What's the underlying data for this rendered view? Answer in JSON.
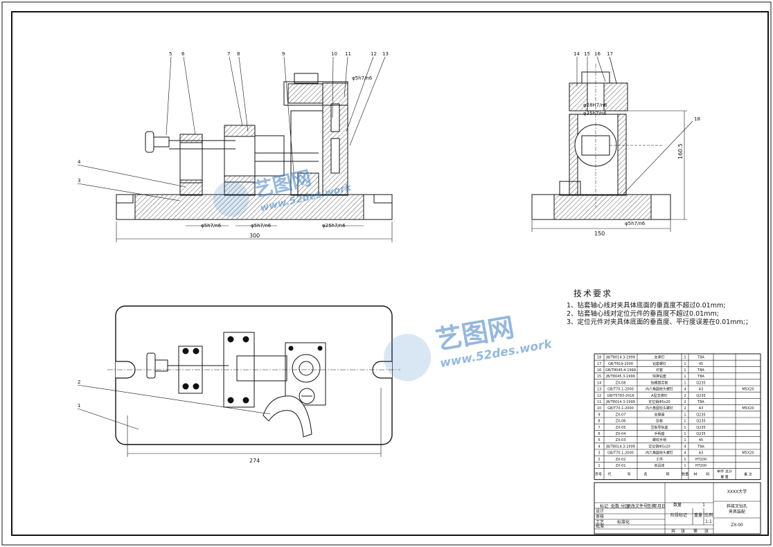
{
  "drawing": {
    "front_view": {
      "part_labels": [
        "5",
        "6",
        "7",
        "8",
        "9",
        "10",
        "11",
        "12",
        "13",
        "4",
        "3"
      ],
      "fits": [
        "φ5h7/n6",
        "φ5h7/n6",
        "φ5h7/n6",
        "φ25h7/n6"
      ],
      "dim_width": "300"
    },
    "side_view": {
      "part_labels": [
        "14",
        "15",
        "16",
        "17",
        "18"
      ],
      "fits": [
        "φ28H7/n6",
        "φ35h7/n6",
        "φ5h7/n6"
      ],
      "dim_width": "150",
      "dim_height": "160.5"
    },
    "top_view": {
      "part_labels": [
        "2",
        "1"
      ],
      "dim_width": "274"
    }
  },
  "tech_requirements": {
    "title": "技术要求",
    "lines": [
      "1、钻套轴心线对夹具体底面的垂直度不超过0.01mm;",
      "2、钻套轴心线对定位元件的垂直度不超过0.01mm;",
      "3、定位元件对夹具体底面的垂直度、平行度误差在0.01mm;；"
    ]
  },
  "bom": [
    {
      "no": "18",
      "code": "JB/T8014.3-1999",
      "name": "支承钉",
      "qty": "1",
      "mat": "T8A",
      "note": ""
    },
    {
      "no": "17",
      "code": "GB/T819-2000",
      "name": "钻套螺钉",
      "qty": "1",
      "mat": "45",
      "note": ""
    },
    {
      "no": "16",
      "code": "GB/T8045.4-1999",
      "name": "衬套",
      "qty": "1",
      "mat": "T8A",
      "note": ""
    },
    {
      "no": "15",
      "code": "JB/T8045.3-1999",
      "name": "快换钻套",
      "qty": "1",
      "mat": "T8A",
      "note": ""
    },
    {
      "no": "14",
      "code": "ZX-08",
      "name": "钻模固定板",
      "qty": "1",
      "mat": "Q235",
      "note": ""
    },
    {
      "no": "13",
      "code": "GB/T70.1-2000",
      "name": "内六角圆柱头螺钉",
      "qty": "4",
      "mat": "A3",
      "note": "M5X20"
    },
    {
      "no": "12",
      "code": "GB/T5783-2016",
      "name": "A型支撑钉",
      "qty": "2",
      "mat": "Q235",
      "note": ""
    },
    {
      "no": "11",
      "code": "JB/T8014.3-1999",
      "name": "定位销Φ5x20",
      "qty": "2",
      "mat": "T8A",
      "note": ""
    },
    {
      "no": "10",
      "code": "GB/T70.1-2000",
      "name": "内六角圆柱头螺钉",
      "qty": "2",
      "mat": "A3",
      "note": "M5X20"
    },
    {
      "no": "9",
      "code": "ZX-07",
      "name": "支撑座",
      "qty": "1",
      "mat": "Q235",
      "note": ""
    },
    {
      "no": "8",
      "code": "ZX-06",
      "name": "压板",
      "qty": "1",
      "mat": "Q235",
      "note": ""
    },
    {
      "no": "7",
      "code": "ZX-05",
      "name": "压板导轨座",
      "qty": "1",
      "mat": "Q235",
      "note": ""
    },
    {
      "no": "6",
      "code": "ZX-04",
      "name": "手柄座",
      "qty": "1",
      "mat": "Q235",
      "note": ""
    },
    {
      "no": "5",
      "code": "ZX-03",
      "name": "螺纹手柄",
      "qty": "1",
      "mat": "45",
      "note": ""
    },
    {
      "no": "4",
      "code": "JB/T8014.3-1999",
      "name": "定位销Φ5x20",
      "qty": "4",
      "mat": "T8A",
      "note": ""
    },
    {
      "no": "3",
      "code": "GB/T70.1-2000",
      "name": "内六角圆柱头螺钉",
      "qty": "4",
      "mat": "A3",
      "note": "M5X20"
    },
    {
      "no": "2",
      "code": "ZX-02",
      "name": "工件",
      "qty": "1",
      "mat": "HT200",
      "note": ""
    },
    {
      "no": "1",
      "code": "ZX-01",
      "name": "夹具体",
      "qty": "1",
      "mat": "HT200",
      "note": ""
    }
  ],
  "bom_header": [
    "序号",
    "代",
    "号",
    "名",
    "称",
    "数量",
    "材",
    "料",
    "单件",
    "总计",
    "重 量",
    "备 注"
  ],
  "title_block": {
    "school": "XXXX大学",
    "fields": [
      "标记",
      "处数",
      "分区",
      "更改文件号",
      "签名",
      "年月日"
    ],
    "design": "设计",
    "review": "审核",
    "process": "工艺",
    "approve": "批准",
    "standardize": "标准化",
    "qty_label": "数量",
    "qty_value": "1",
    "stage_label": "阶段标记",
    "weight_label": "重量",
    "scale_label": "比例",
    "scale_value": "1:1",
    "drawing_title": "斜接叉钻孔\n夹具装配",
    "drawing_code": "ZX-00",
    "sheet_row": [
      "共",
      "张",
      "第",
      "张"
    ]
  },
  "watermark": {
    "brand": "艺图网",
    "url": "www.52des.work"
  },
  "colors": {
    "line": "#111111",
    "watermark": "#3d7fc4"
  }
}
